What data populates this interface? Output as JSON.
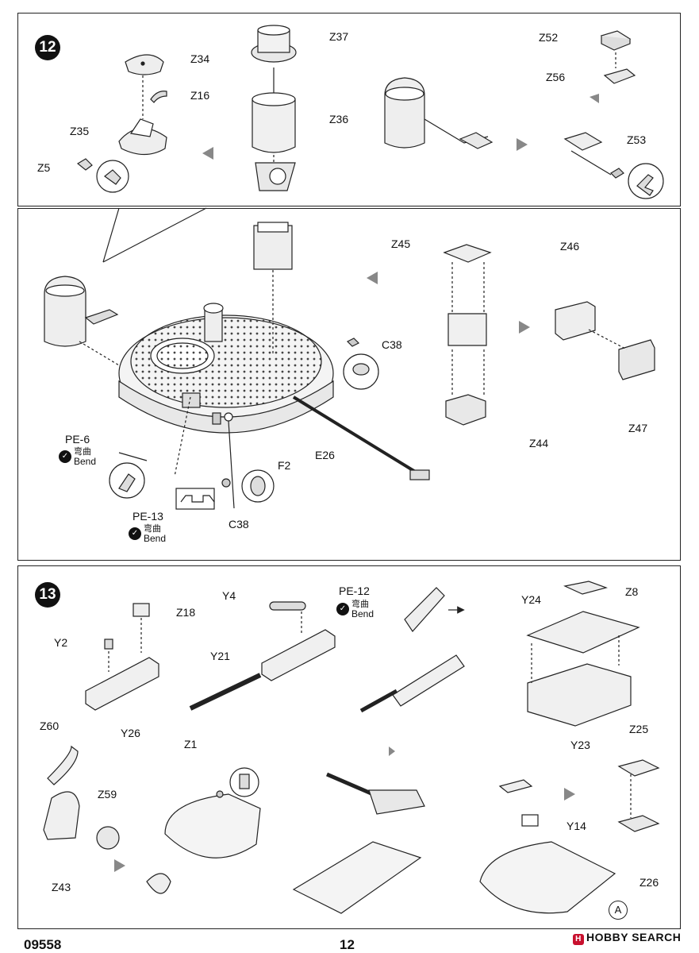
{
  "steps": {
    "s12": "12",
    "s13": "13"
  },
  "labels": {
    "z34": "Z34",
    "z37": "Z37",
    "z16": "Z16",
    "z36": "Z36",
    "z35": "Z35",
    "z5": "Z5",
    "z52": "Z52",
    "z56": "Z56",
    "z53": "Z53",
    "z45": "Z45",
    "z46": "Z46",
    "c38a": "C38",
    "z47": "Z47",
    "z44": "Z44",
    "pe6": "PE-6",
    "pe13": "PE-13",
    "f2": "F2",
    "e26": "E26",
    "c38b": "C38",
    "y4": "Y4",
    "pe12": "PE-12",
    "z18": "Z18",
    "z8": "Z8",
    "y24": "Y24",
    "y2": "Y2",
    "y21": "Y21",
    "y26": "Y26",
    "y23": "Y23",
    "z60": "Z60",
    "z1": "Z1",
    "z59": "Z59",
    "z43": "Z43",
    "z25": "Z25",
    "y14": "Y14",
    "z26": "Z26",
    "a": "A"
  },
  "bend": {
    "cn": "弯曲",
    "en": "Bend"
  },
  "footer": {
    "code": "09558",
    "page": "12",
    "brand": "HOBBY SEARCH",
    "brand_badge": "H"
  }
}
